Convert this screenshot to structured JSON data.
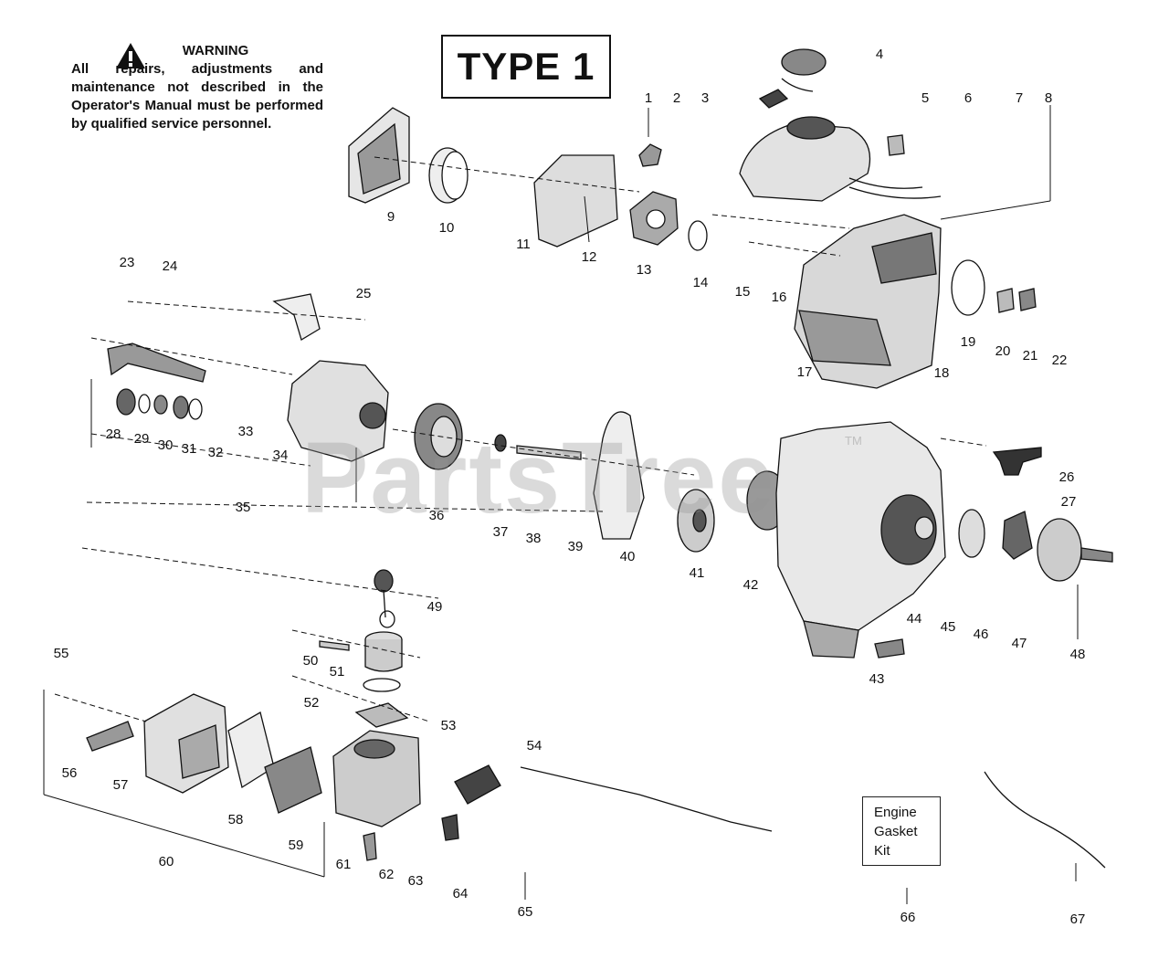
{
  "warning": {
    "title": "WARNING",
    "text": "All repairs, adjustments and maintenance not described in the Operator's Manual must be performed by qualified service personnel."
  },
  "type_label": "TYPE 1",
  "kit_label": "Engine\nGasket\nKit",
  "watermark": "PartsTree",
  "trademark": "TM",
  "part_numbers": [
    "1",
    "2",
    "3",
    "4",
    "5",
    "6",
    "7",
    "8",
    "9",
    "10",
    "11",
    "12",
    "13",
    "14",
    "15",
    "16",
    "17",
    "18",
    "19",
    "20",
    "21",
    "22",
    "23",
    "24",
    "25",
    "26",
    "27",
    "28",
    "29",
    "30",
    "31",
    "32",
    "33",
    "34",
    "35",
    "36",
    "37",
    "38",
    "39",
    "40",
    "41",
    "42",
    "43",
    "44",
    "45",
    "46",
    "47",
    "48",
    "49",
    "50",
    "51",
    "52",
    "53",
    "54",
    "55",
    "56",
    "57",
    "58",
    "59",
    "60",
    "61",
    "62",
    "63",
    "64",
    "65",
    "66",
    "67"
  ],
  "colors": {
    "ink": "#111111",
    "paper": "#ffffff",
    "watermark": "#969696"
  }
}
